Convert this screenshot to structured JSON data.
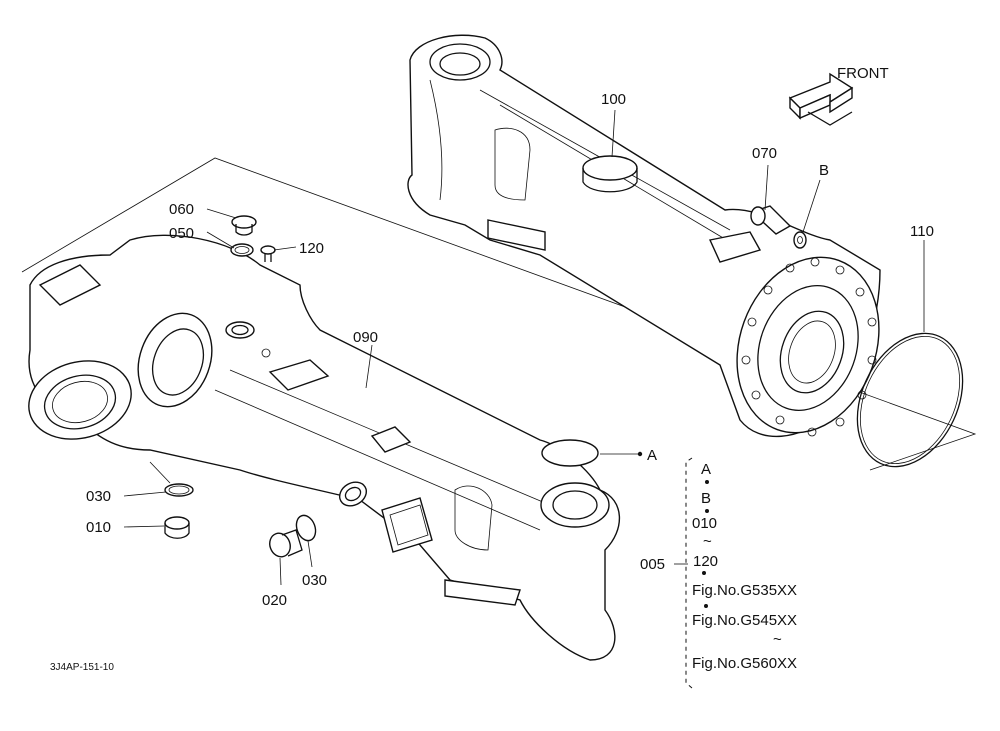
{
  "drawing": {
    "front_label": "FRONT",
    "drawing_code": "3J4AP-151-10"
  },
  "callouts": {
    "p100": "100",
    "p070": "070",
    "pB": "B",
    "p110": "110",
    "p060": "060",
    "p050": "050",
    "p120": "120",
    "p090": "090",
    "pA": "A",
    "p030a": "030",
    "p010": "010",
    "p020": "020",
    "p030b": "030",
    "p005": "005"
  },
  "assembly": {
    "items": [
      "A",
      "B",
      "010",
      "~",
      "120",
      "Fig.No.G535XX",
      "Fig.No.G545XX",
      "~",
      "Fig.No.G560XX"
    ]
  },
  "icons": {
    "front_arrow": "front-arrow-icon"
  }
}
